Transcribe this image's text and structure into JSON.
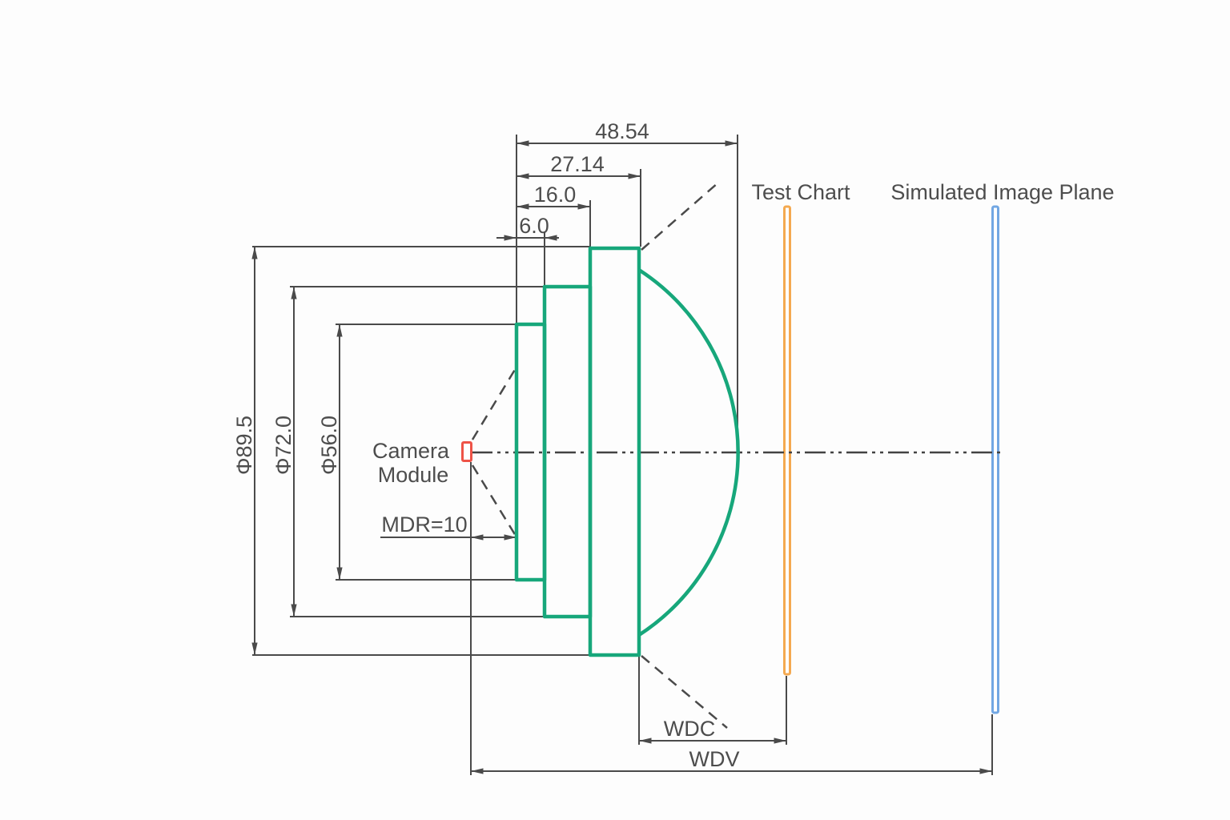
{
  "diagram": {
    "kind": "lens-working-distance-layout",
    "labels": {
      "camera_line1": "Camera",
      "camera_line2": "Module",
      "test_chart": "Test Chart",
      "image_plane": "Simulated Image Plane"
    },
    "dimensions": {
      "total_length": "48.54",
      "mid_length": "27.14",
      "front_length": "16.0",
      "first_length": "6.0",
      "outer_diameter": "Φ89.5",
      "mid_diameter": "Φ72.0",
      "inner_diameter": "Φ56.0",
      "module_distance": "MDR=10",
      "distance_to_chart": "WDC",
      "distance_to_plane": "WDV"
    },
    "colors": {
      "lens_body": "#17a77b",
      "camera_module": "#ee5347",
      "test_chart": "#f4a950",
      "image_plane": "#72a7e3",
      "dimension_lines": "#4a4a4a",
      "text": "#4d4d4d",
      "background": "#fdfdfd"
    }
  }
}
